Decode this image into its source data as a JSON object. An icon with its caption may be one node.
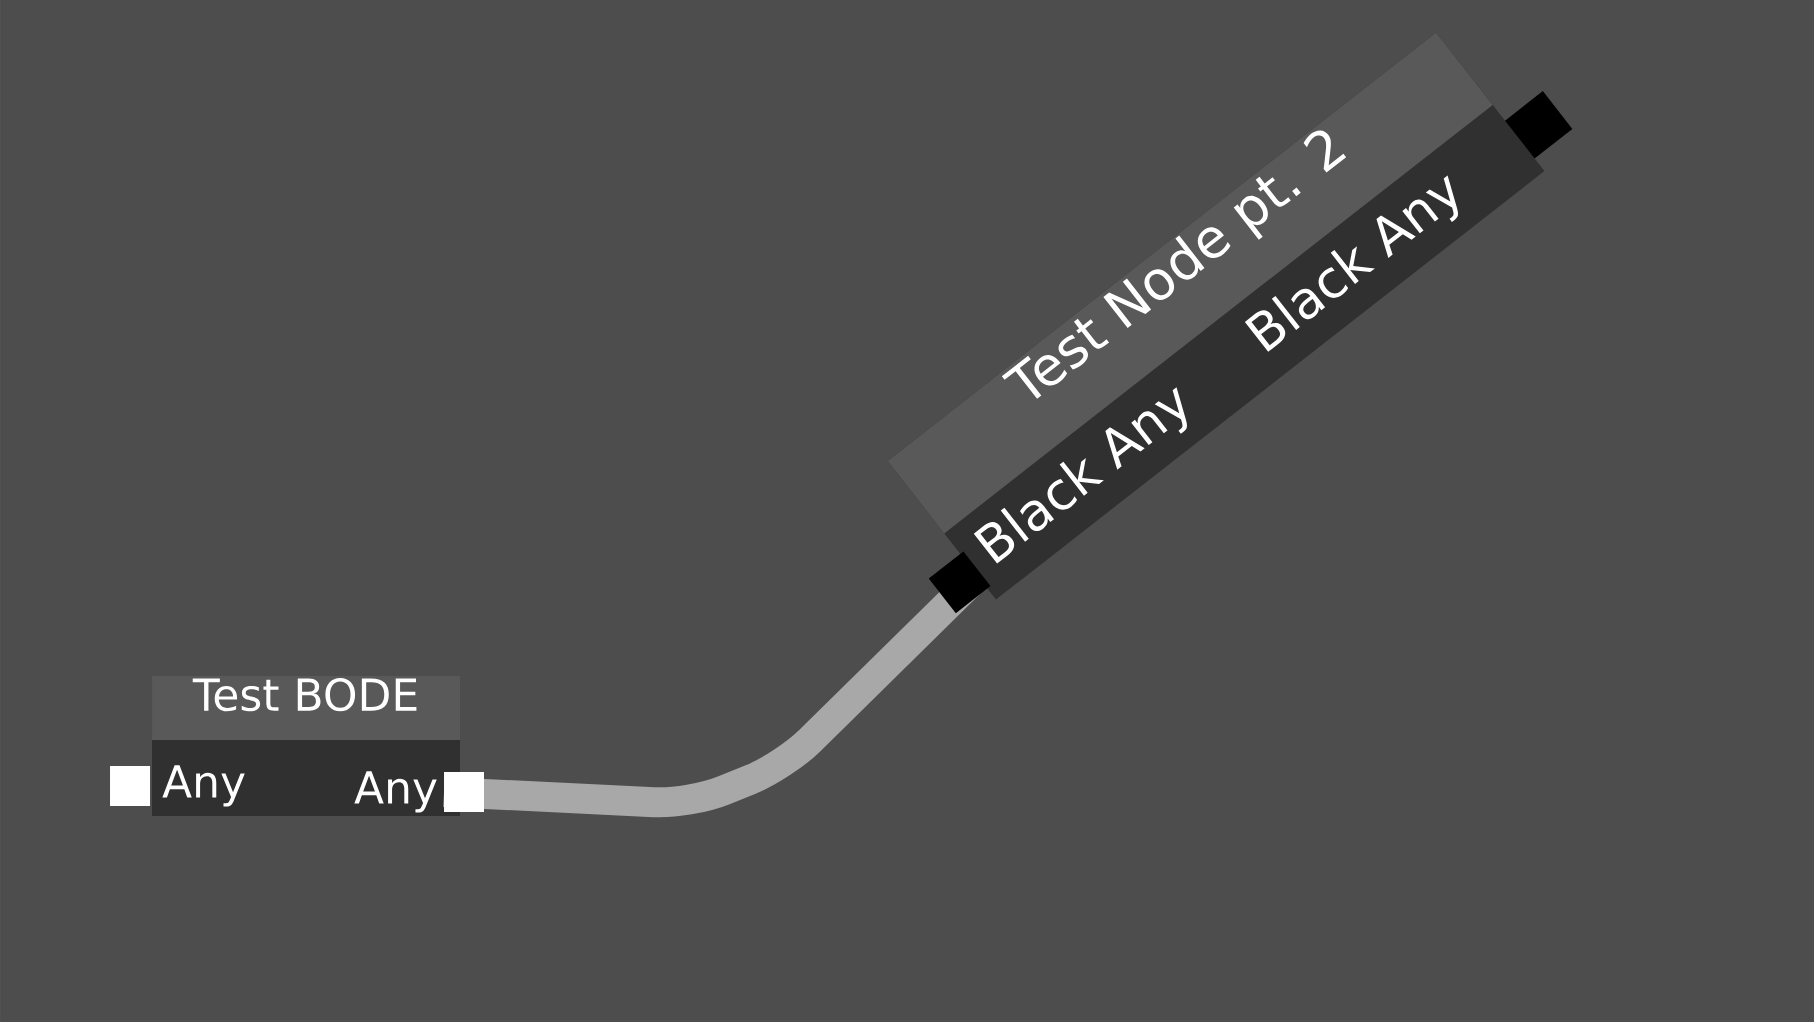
{
  "diagram": {
    "nodes": [
      {
        "text": [
          "Test BODE"
        ]
      },
      {
        "text": [
          "Any"
        ],
        "in": 0
      },
      {
        "text": [
          "Any"
        ],
        "in": 0
      },
      {
        "text": [
          "Test Node pt. 2"
        ]
      },
      {
        "text": [
          "Black Any"
        ],
        "in": 3
      },
      {
        "text": [
          "Black Any"
        ],
        "in": 3
      }
    ],
    "edges": [
      {
        "from": 2,
        "to": 4,
        "arrow": "none"
      }
    ]
  }
}
